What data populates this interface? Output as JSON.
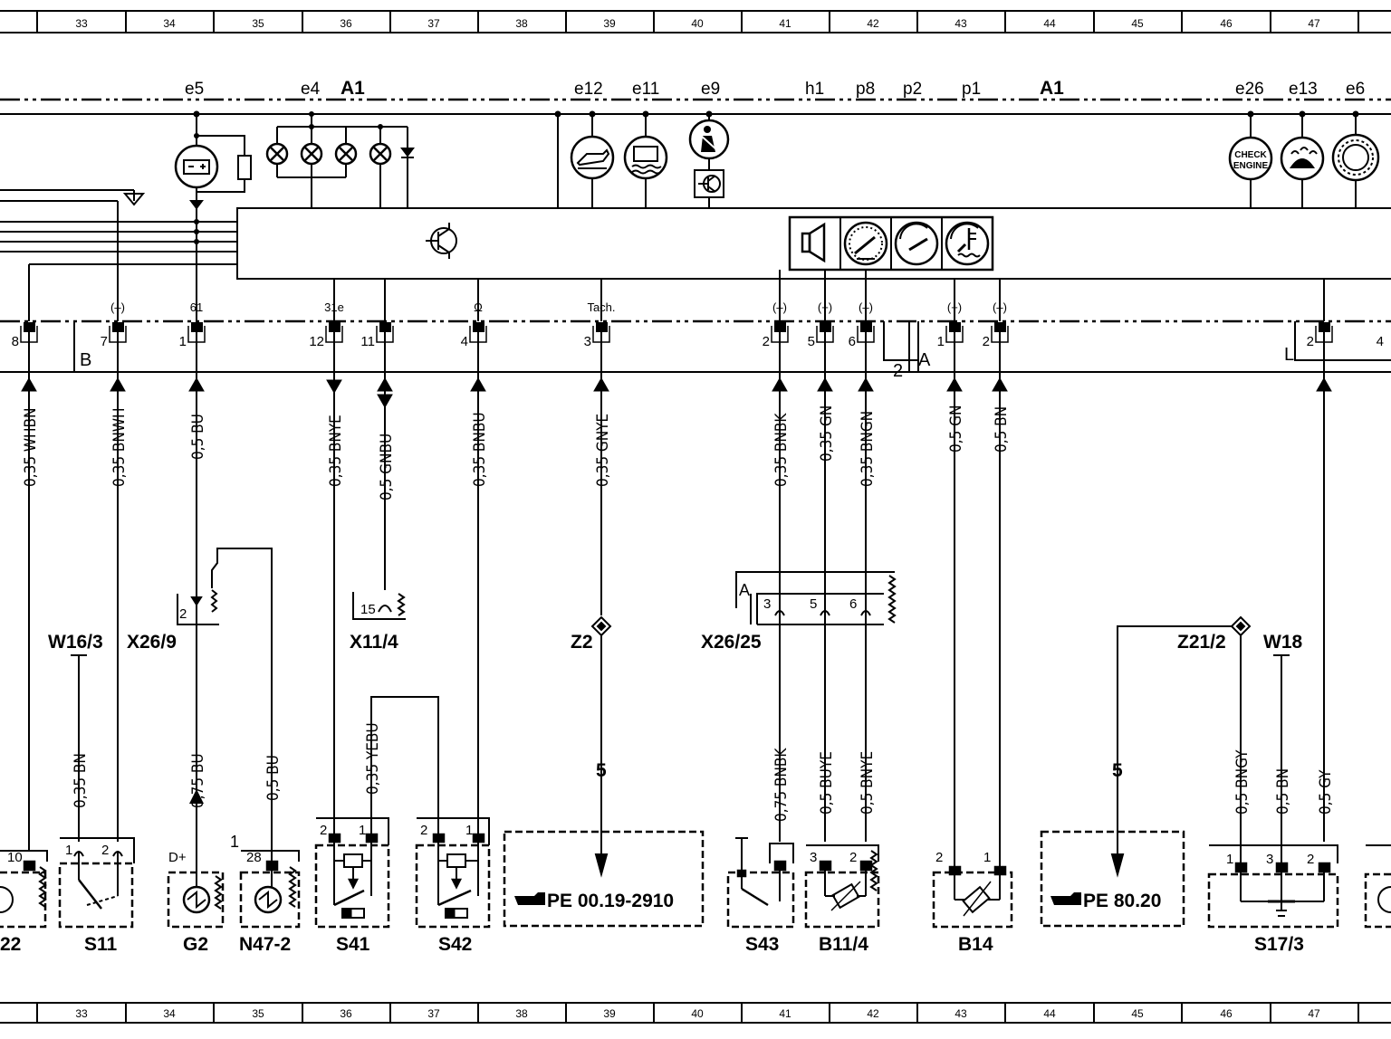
{
  "ruler": {
    "columns": [
      "33",
      "34",
      "35",
      "36",
      "37",
      "38",
      "39",
      "40",
      "41",
      "42",
      "43",
      "44",
      "45",
      "46",
      "47"
    ]
  },
  "module": {
    "name": "A1",
    "indicators": [
      {
        "code": "e5",
        "icon": "battery-charge-icon"
      },
      {
        "code": "e4",
        "icon": "bulb-cluster-icon"
      },
      {
        "code": "e12",
        "icon": "oil-pressure-icon"
      },
      {
        "code": "e11",
        "icon": "coolant-level-icon"
      },
      {
        "code": "e9",
        "icon": "seatbelt-warning-icon"
      },
      {
        "code": "h1",
        "icon": ""
      },
      {
        "code": "p8",
        "icon": ""
      },
      {
        "code": "p2",
        "icon": ""
      },
      {
        "code": "p1",
        "icon": ""
      },
      {
        "code": "e26",
        "icon": "check-engine-icon"
      },
      {
        "code": "e13",
        "icon": "washer-fluid-icon"
      },
      {
        "code": "e6",
        "icon": "brake-pad-icon"
      }
    ],
    "check_engine_text": [
      "CHECK",
      "ENGINE"
    ],
    "gauges": [
      "buzzer-icon",
      "speedometer-icon",
      "tachometer-icon",
      "coolant-temperature-gauge-icon"
    ]
  },
  "connectors": {
    "B": "B",
    "A": "A",
    "L": "L",
    "A_num": "2",
    "pins": [
      {
        "pin": "8",
        "signal": ""
      },
      {
        "pin": "7",
        "signal": "(–)"
      },
      {
        "pin": "1",
        "signal": "61"
      },
      {
        "pin": "12",
        "signal": "31e"
      },
      {
        "pin": "11",
        "signal": ""
      },
      {
        "pin": "4",
        "signal": "Ω"
      },
      {
        "pin": "3",
        "signal": "Tach."
      },
      {
        "pin": "2",
        "signal": "(–)"
      },
      {
        "pin": "5",
        "signal": "(+)"
      },
      {
        "pin": "6",
        "signal": "(–)"
      },
      {
        "pin": "1",
        "signal": "(+)"
      },
      {
        "pin": "2",
        "signal": "(–)"
      },
      {
        "pin": "2",
        "signal": ""
      },
      {
        "pin": "4",
        "signal": ""
      }
    ]
  },
  "wires": {
    "upper": [
      "0,35  WHBN",
      "0,35  BNWH",
      "0,5  BU",
      "0,35  BNYE",
      "0,5  GNBU",
      "0,35  BNBU",
      "0,35  GNYE",
      "0,35  BNBK",
      "0,35  GN",
      "0,35  BNGN",
      "0,5  GN",
      "0,5  BN"
    ],
    "lower": [
      "0,35  BN",
      "0,75  BU",
      "0,5  BU",
      "0,35  YEBU",
      "0,75  BNBK",
      "0,5  BUYE",
      "0,5  BNYE",
      "0,5  BNGY",
      "0,5  BN",
      "0,5  GY"
    ]
  },
  "junctions": {
    "W16_3": "W16/3",
    "X26_9": "X26/9",
    "X26_9_pin": "2",
    "X11_4": "X11/4",
    "X11_4_pin": "15",
    "Z2": "Z2",
    "X26_25": "X26/25",
    "X26_25_A": "A",
    "X26_25_pins": [
      "3",
      "5",
      "6"
    ],
    "Z21_2": "Z21/2",
    "W18": "W18",
    "route_num": "5"
  },
  "components": [
    {
      "name": "22",
      "pins": [
        "10"
      ]
    },
    {
      "name": "S11",
      "pins": [
        "1",
        "2"
      ]
    },
    {
      "name": "G2",
      "pins": [
        "D+"
      ]
    },
    {
      "name": "N47-2",
      "pins": [
        "1",
        "28"
      ]
    },
    {
      "name": "S41",
      "pins": [
        "2",
        "1"
      ]
    },
    {
      "name": "S42",
      "pins": [
        "2",
        "1"
      ]
    },
    {
      "name": "S43",
      "pins": []
    },
    {
      "name": "B11/4",
      "pins": [
        "3",
        "2"
      ]
    },
    {
      "name": "B14",
      "pins": [
        "2",
        "1"
      ]
    },
    {
      "name": "S17/3",
      "pins": [
        "1",
        "3",
        "2"
      ]
    }
  ],
  "refs": {
    "pe1": "PE  00.19-2910",
    "pe2": "PE  80.20"
  }
}
